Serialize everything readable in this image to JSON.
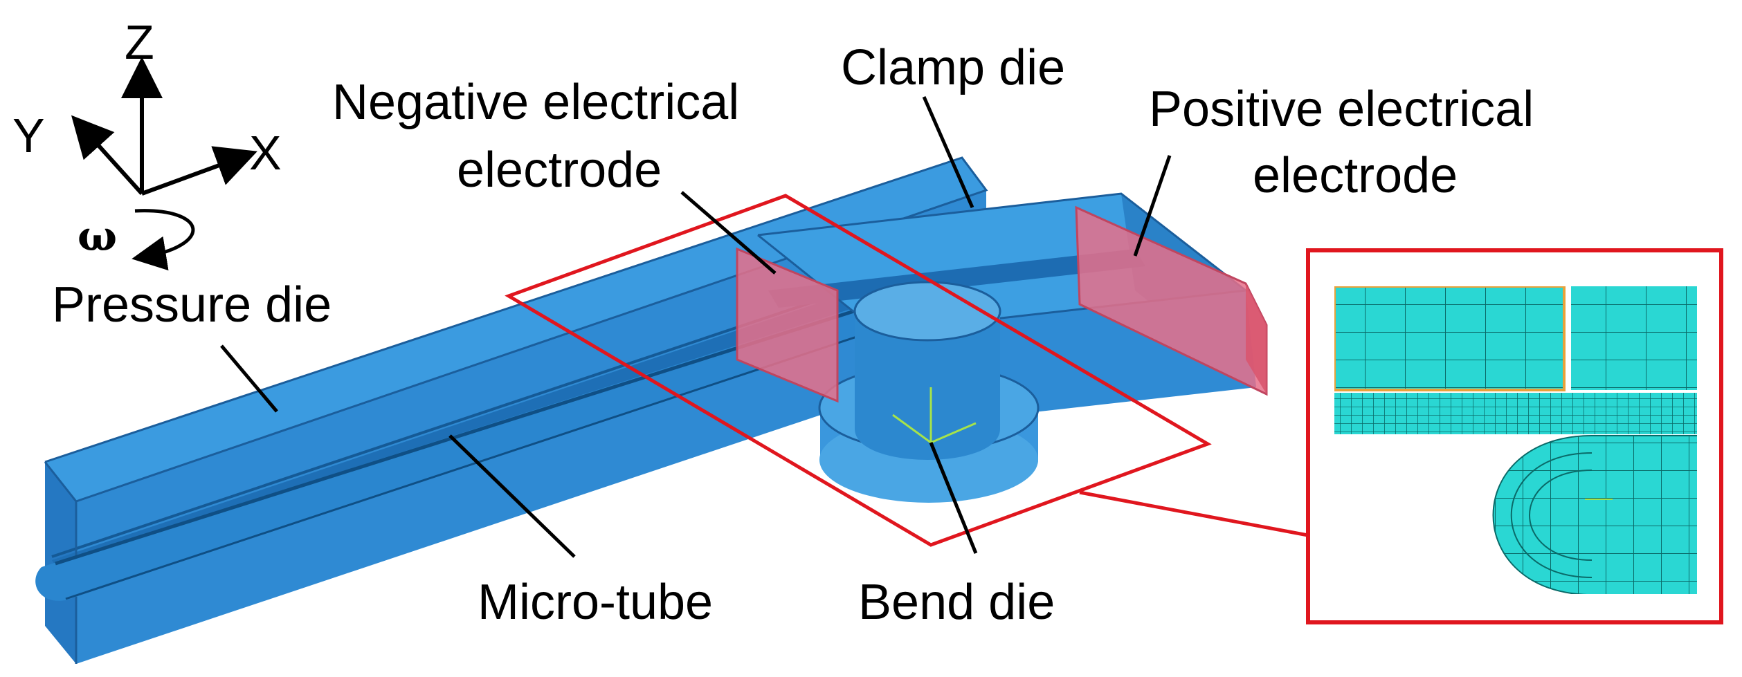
{
  "axes": {
    "z": "Z",
    "y": "Y",
    "x": "X",
    "rotation": "ω"
  },
  "labels": {
    "clamp_die": "Clamp die",
    "negative_electrode_line1": "Negative electrical",
    "negative_electrode_line2": "electrode",
    "positive_electrode_line1": "Positive electrical",
    "positive_electrode_line2": "electrode",
    "pressure_die": "Pressure die",
    "micro_tube": "Micro-tube",
    "bend_die": "Bend die"
  },
  "colors": {
    "die_blue": "#2f8fd6",
    "die_blue_dark": "#1a6fb5",
    "die_blue_light": "#5aaee6",
    "electrode_pink": "#e8708a",
    "highlight_red": "#e0161e",
    "mesh_cyan": "#29d6d2",
    "mesh_line": "#0b6e6c",
    "mesh_orange": "#e8a23a"
  },
  "icons": {
    "axis_triad": "xyz-axis-triad-icon",
    "rotation": "rotation-arrow-icon"
  }
}
